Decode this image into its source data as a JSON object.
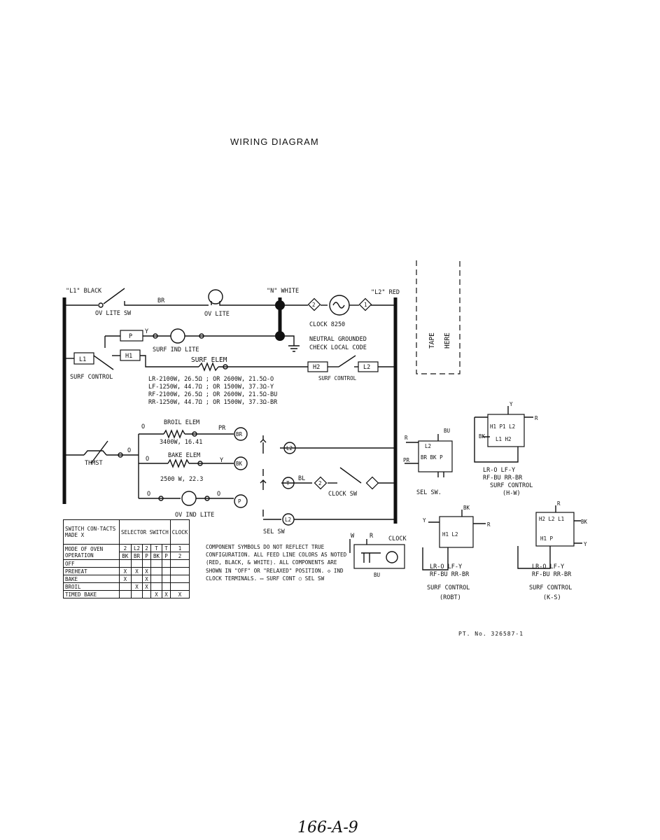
{
  "title": "WIRING DIAGRAM",
  "page_number": "166-A-9",
  "part_number": "PT. No. 326587-1",
  "tape_label": [
    "TAPE",
    "HERE"
  ],
  "labels": {
    "l1": "\"L1\" BLACK",
    "n": "\"N\" WHITE",
    "l2": "\"L2\" RED",
    "ov_lite_sw": "OV LITE SW",
    "br": "BR",
    "ov_lite": "OV LITE",
    "clock_8250": "CLOCK 8250",
    "y": "Y",
    "p": "P",
    "surf_ind_lite": "SURF IND LITE",
    "neutral_grounded": "NEUTRAL GROUNDED",
    "check_local_code": "CHECK LOCAL CODE",
    "h1": "H1",
    "l1_box": "L1",
    "surf_control": "SURF CONTROL",
    "surf_elem": "SURF ELEM",
    "h2": "H2",
    "l2_box": "L2",
    "broil_elem": "BROIL ELEM",
    "broil_elem_rating": "3400W, 16.41",
    "pr": "PR",
    "o": "O",
    "thmst": "THMST",
    "bake_elem": "BAKE ELEM",
    "bake_elem_rating": "2500 W, 22.3",
    "bk": "BK",
    "bl": "BL",
    "clock_sw": "CLOCK SW",
    "ov_ind_lite": "OV IND LITE",
    "sel_sw": "SEL SW",
    "clock": "CLOCK",
    "w": "W",
    "r": "R",
    "sel_sw_detail": "SEL SW.",
    "bu": "BU",
    "surf_control_hw": "SURF CONTROL",
    "hw": "(H-W)",
    "surf_control_robt": "SURF CONTROL",
    "robt": "(ROBT)",
    "surf_control_ks": "SURF CONTROL",
    "ks": "(K-S)",
    "lr_lf": "LR-O LF-Y",
    "rf_rr": "RF-BU RR-BR"
  },
  "element_ratings": [
    "LR-2100W, 26.5Ω ; OR 2600W, 21.5Ω-O",
    "LF-1250W, 44.7Ω ; OR 1500W, 37.3Ω-Y",
    "RF-2100W, 26.5Ω ; OR 2600W, 21.5Ω-BU",
    "RR-1250W, 44.7Ω ; OR 1500W, 37.3Ω-BR"
  ],
  "contact_table": {
    "header_row1": [
      "SWITCH CON-TACTS MADE X",
      "SELECTOR SWITCH",
      "CLOCK"
    ],
    "mode_label": "MODE OF OVEN OPERATION",
    "contacts_top": [
      "2",
      "L2",
      "2",
      "T",
      "T",
      "1"
    ],
    "contacts_bottom": [
      "BK",
      "BR",
      "P",
      "BK",
      "P",
      "2"
    ],
    "rows": [
      {
        "mode": "OFF",
        "marks": [
          "",
          "",
          "",
          "",
          "",
          ""
        ]
      },
      {
        "mode": "PREHEAT",
        "marks": [
          "X",
          "X",
          "X",
          "",
          "",
          ""
        ]
      },
      {
        "mode": "BAKE",
        "marks": [
          "X",
          "",
          "X",
          "",
          "",
          ""
        ]
      },
      {
        "mode": "BROIL",
        "marks": [
          "",
          "X",
          "X",
          "",
          "",
          ""
        ]
      },
      {
        "mode": "TIMED BAKE",
        "marks": [
          "",
          "",
          "",
          "X",
          "X",
          "X"
        ]
      }
    ]
  },
  "note": "COMPONENT SYMBOLS DO NOT REFLECT TRUE CONFIGURATION. ALL FEED LINE COLORS AS NOTED (RED, BLACK, & WHITE). ALL COMPONENTS ARE SHOWN IN \"OFF\" OR \"RELAXED\" POSITION. ◇ IND CLOCK TERMINALS. ▭ SURF CONT ○ SEL SW"
}
